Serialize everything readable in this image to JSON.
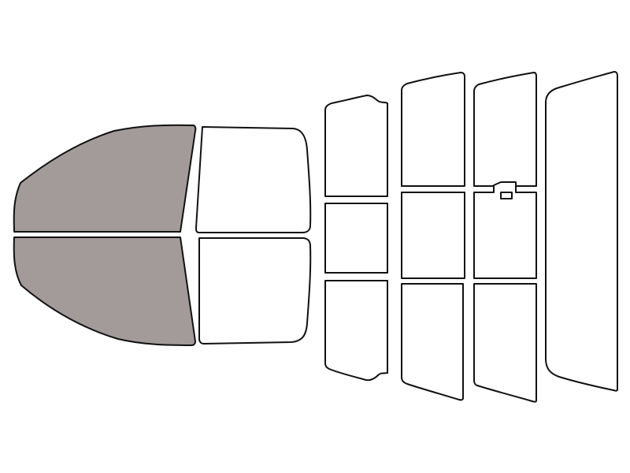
{
  "colors": {
    "background": "#ffffff",
    "outline": "#111111",
    "tinted": "#a39a9a",
    "untinted": "#ffffff"
  },
  "windows": [
    {
      "id": "front-left-door-upper",
      "tinted": true
    },
    {
      "id": "front-left-door-lower",
      "tinted": true
    },
    {
      "id": "front-right-door-upper",
      "tinted": false
    },
    {
      "id": "front-right-door-lower",
      "tinted": false
    },
    {
      "id": "rear-col1-upper",
      "tinted": false
    },
    {
      "id": "rear-col1-middle",
      "tinted": false
    },
    {
      "id": "rear-col1-lower",
      "tinted": false
    },
    {
      "id": "rear-col2-upper",
      "tinted": false
    },
    {
      "id": "rear-col2-middle",
      "tinted": false
    },
    {
      "id": "rear-col2-lower",
      "tinted": false
    },
    {
      "id": "rear-col3-upper",
      "tinted": false
    },
    {
      "id": "rear-col3-middle",
      "tinted": false
    },
    {
      "id": "rear-col3-lower",
      "tinted": false
    },
    {
      "id": "rear-windshield",
      "tinted": false
    }
  ]
}
